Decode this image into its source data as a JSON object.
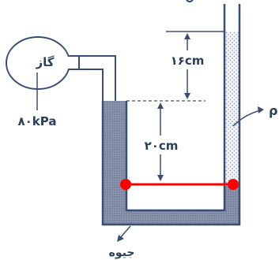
{
  "labels": {
    "gas": "گاز",
    "pressure": "۸۰kPa",
    "dim_upper": "۱۶cm",
    "dim_lower": "۲۰cm",
    "side_label": "ρ",
    "mercury": "جیوه"
  },
  "colors": {
    "outline": "#3b4d72",
    "mercury": "#7e8aa6",
    "liquid_dots": "#b7c0d2",
    "dash": "#555555",
    "marker": "#ff0000"
  }
}
